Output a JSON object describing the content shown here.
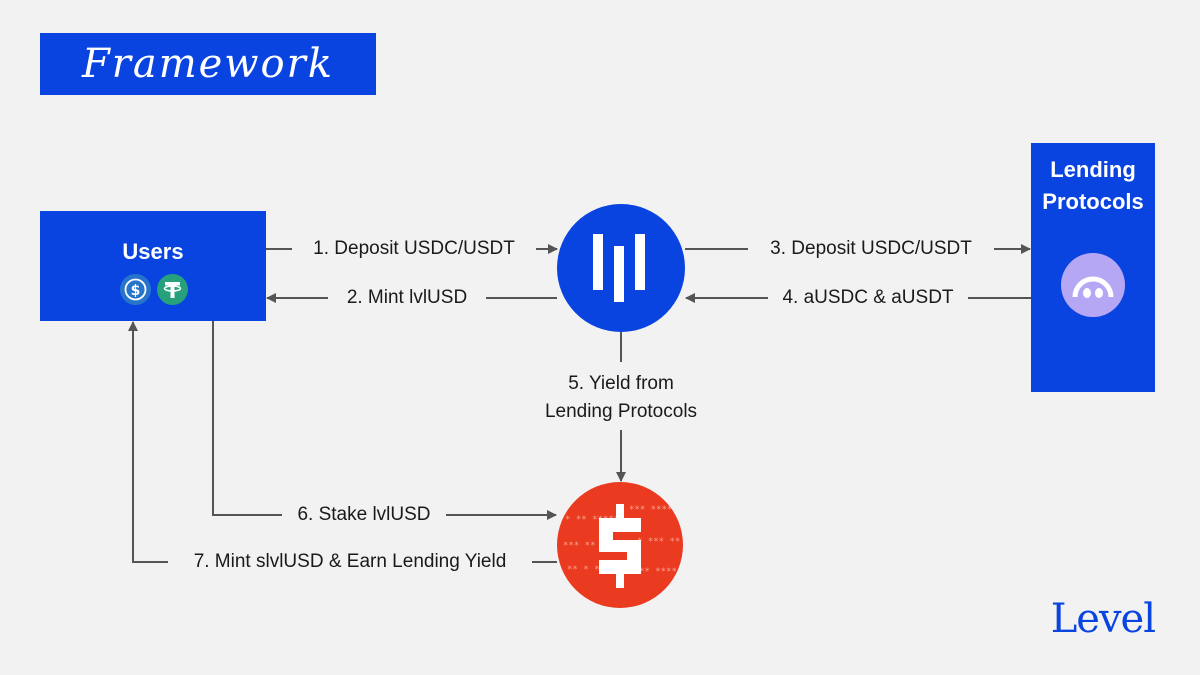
{
  "title": "Framework",
  "brand": "Level",
  "nodes": {
    "users": {
      "label": "Users",
      "icons": [
        "usdc-icon",
        "usdt-icon"
      ]
    },
    "lending": {
      "label_line1": "Lending",
      "label_line2": "Protocols",
      "icon": "aave-ghost-icon"
    },
    "level_hub": {
      "icon": "level-logo-icon"
    },
    "slvl_hub": {
      "icon": "slvlusd-logo-icon"
    }
  },
  "edges": {
    "e1": "1. Deposit USDC/USDT",
    "e2": "2. Mint lvlUSD",
    "e3": "3. Deposit USDC/USDT",
    "e4": "4. aUSDC & aUSDT",
    "e5_line1": "5. Yield from",
    "e5_line2": "Lending Protocols",
    "e6": "6. Stake lvlUSD",
    "e7": "7. Mint slvlUSD & Earn Lending Yield"
  },
  "colors": {
    "brand_blue": "#0a44e0",
    "slvl_red": "#ea3a1f",
    "background": "#f2f2f2",
    "line": "#555555"
  }
}
